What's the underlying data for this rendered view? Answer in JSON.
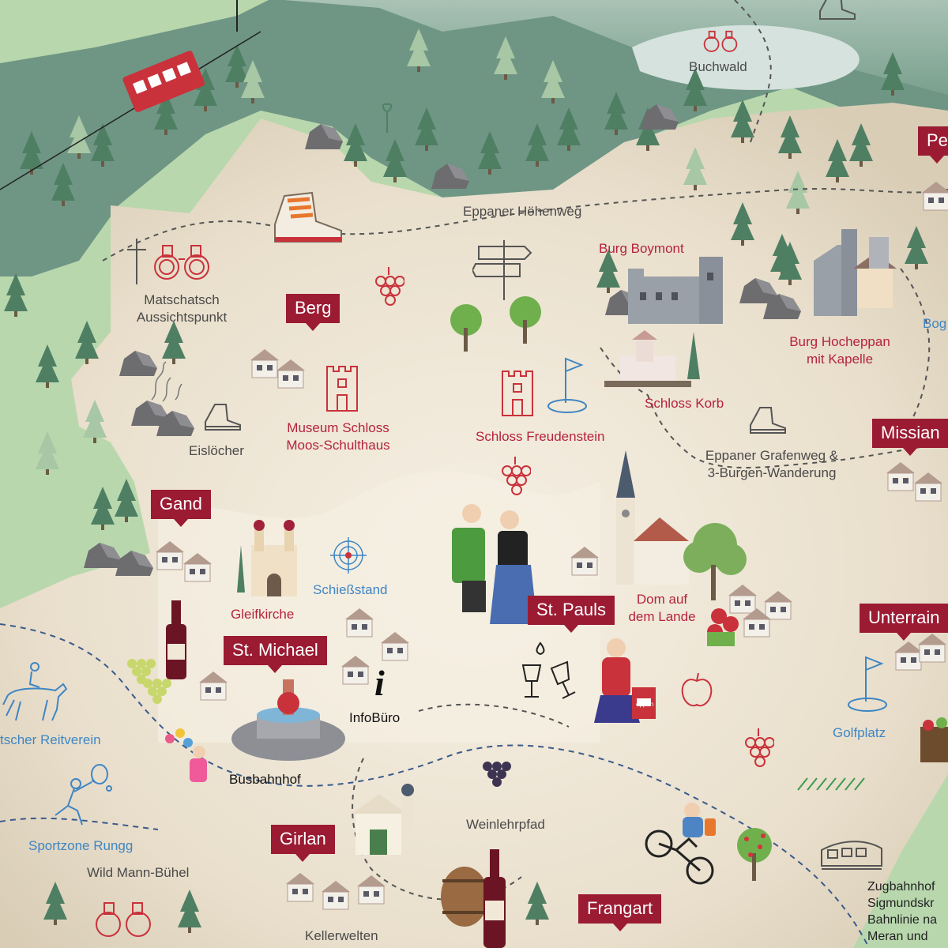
{
  "colors": {
    "accent": "#9b1b33",
    "place_label": "#b5233c",
    "sport_label": "#3f86c4",
    "plain_label": "#4a4a4a",
    "meadow": "#b8d7ad",
    "valley": "#ede4d3",
    "forest": "#6f9684",
    "path": "#555555",
    "railway": "#3a5a8c"
  },
  "villages": {
    "berg": "Berg",
    "gand": "Gand",
    "st_michael": "St. Michael",
    "st_pauls": "St. Pauls",
    "missian": "Missian",
    "unterrain": "Unterrain",
    "girlan": "Girlan",
    "frangart": "Frangart",
    "perdonig_partial": "Pe"
  },
  "sights": {
    "burg_boymont": "Burg Boymont",
    "burg_hocheppan_1": "Burg Hocheppan",
    "burg_hocheppan_2": "mit Kapelle",
    "schloss_korb": "Schloss Korb",
    "schloss_freudenstein": "Schloss Freudenstein",
    "museum_1": "Museum Schloss",
    "museum_2": "Moos-Schulthaus",
    "gleifkirche": "Gleifkirche",
    "dom_1": "Dom auf",
    "dom_2": "dem Lande"
  },
  "places": {
    "buchwald": "Buchwald",
    "eppaner_hoehenweg": "Eppaner Höhenweg",
    "matschatsch_1": "Matschatsch",
    "matschatsch_2": "Aussichtspunkt",
    "eisloecher": "Eislöcher",
    "grafenweg_1": "Eppaner Grafenweg &",
    "grafenweg_2": "3-Burgen-Wanderung",
    "infobuero": "InfoBüro",
    "busbahnhof": "Busbahnhof",
    "weinlehrpfad": "Weinlehrpfad",
    "wild_mann": "Wild Mann-Bühel",
    "kellerwelten": "Kellerwelten",
    "bogen_partial": "Bog"
  },
  "sports": {
    "schiessstand": "Schießstand",
    "reitverein_partial": "tscher Reitverein",
    "sportzone": "Sportzone Rungg",
    "golfplatz": "Golfplatz"
  },
  "bag_label": "eppan",
  "legend": {
    "line1": "Zugbahnhof",
    "line2": "Sigmundskr",
    "line3": "Bahnlinie na",
    "line4": "Meran und"
  },
  "icons": [
    "binoculars-icon",
    "cross-icon",
    "signpost-icon",
    "hiking-boot-icon",
    "grapes-icon",
    "castle-icon",
    "golf-flag-icon",
    "target-icon",
    "wine-glasses-icon",
    "info-icon",
    "apple-icon",
    "train-icon",
    "rider-icon",
    "tennis-icon",
    "cyclist-icon",
    "wind-icon",
    "cable-car-icon"
  ]
}
